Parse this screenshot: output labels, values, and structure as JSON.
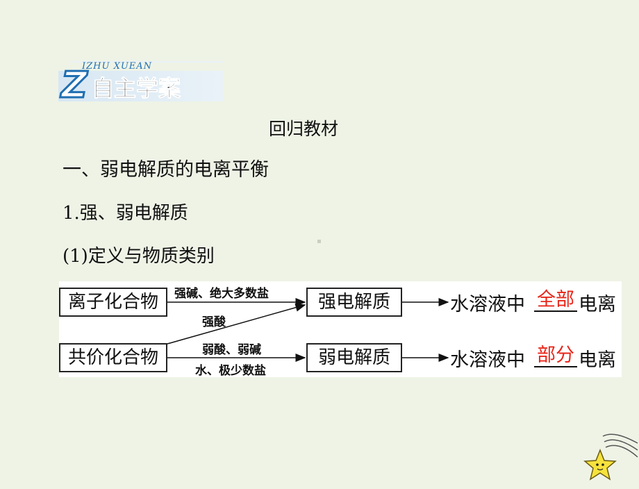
{
  "logo": {
    "small_text": "IZHU XUEAN",
    "big_letter": "Z",
    "title": "自主学案"
  },
  "section_title": "回归教材",
  "heading1": "一、弱电解质的电离平衡",
  "heading2": "1.强、弱电解质",
  "heading3": "(1)定义与物质类别",
  "diagram": {
    "ionic_compound": "离子化合物",
    "covalent_compound": "共价化合物",
    "strong_electrolyte": "强电解质",
    "weak_electrolyte": "弱电解质",
    "label_strong_base": "强碱、绝大多数盐",
    "label_strong_acid": "强酸",
    "label_weak_acid_base": "弱酸、弱碱",
    "label_water_salt": "水、极少数盐",
    "strong_prefix": "水溶液中",
    "strong_answer": "全部",
    "strong_suffix": "电离",
    "weak_prefix": "水溶液中",
    "weak_answer": "部分",
    "weak_suffix": "电离"
  },
  "colors": {
    "answer": "#e8261a",
    "background": "#eef3e6",
    "logo_blue": "#1f6fb2"
  }
}
